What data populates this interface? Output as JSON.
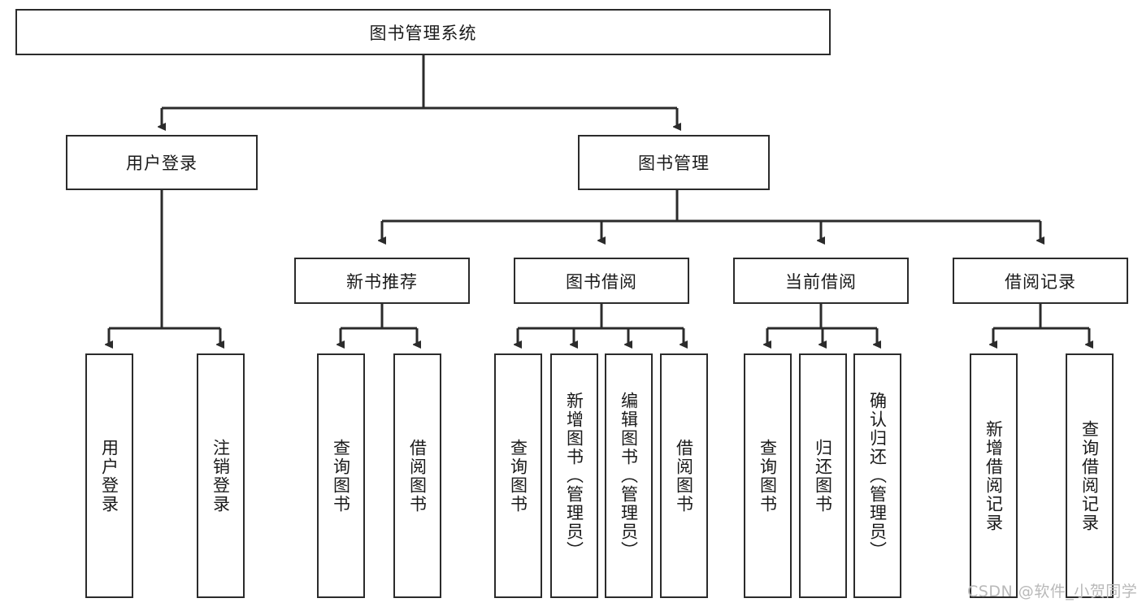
{
  "diagram": {
    "title": "图书管理系统",
    "type": "tree",
    "root": {
      "label": "图书管理系统"
    },
    "level2": [
      {
        "label": "用户登录"
      },
      {
        "label": "图书管理"
      }
    ],
    "level3": [
      {
        "label": "新书推荐"
      },
      {
        "label": "图书借阅"
      },
      {
        "label": "当前借阅"
      },
      {
        "label": "借阅记录"
      }
    ],
    "leaves": {
      "user_login": [
        {
          "label": "用户登录"
        },
        {
          "label": "注销登录"
        }
      ],
      "new_book_recommend": [
        {
          "label": "查询图书"
        },
        {
          "label": "借阅图书"
        }
      ],
      "book_borrow": [
        {
          "label": "查询图书"
        },
        {
          "label": "新增图书（管理员）"
        },
        {
          "label": "编辑图书（管理员）"
        },
        {
          "label": "借阅图书"
        }
      ],
      "current_borrow": [
        {
          "label": "查询图书"
        },
        {
          "label": "归还图书"
        },
        {
          "label": "确认归还（管理员）"
        }
      ],
      "borrow_record": [
        {
          "label": "新增借阅记录"
        },
        {
          "label": "查询借阅记录"
        }
      ]
    }
  },
  "watermark": {
    "text": "CSDN @软件_小贺同学"
  },
  "colors": {
    "stroke": "#2b2b2b",
    "fill": "#ffffff",
    "text": "#1a1a1a",
    "watermark": "#b9b9b9"
  }
}
